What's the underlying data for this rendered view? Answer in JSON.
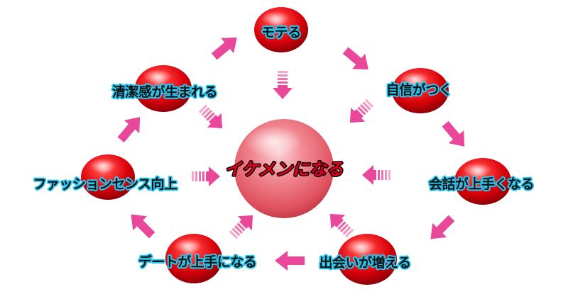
{
  "center": {
    "label": "イケメンになる"
  },
  "cycle": [
    {
      "id": "motes",
      "label": "モテる"
    },
    {
      "id": "confidence",
      "label": "自信がつく"
    },
    {
      "id": "conversation",
      "label": "会話が上手くなる"
    },
    {
      "id": "encounters",
      "label": "出会いが増える"
    },
    {
      "id": "dating",
      "label": "デートが上手になる"
    },
    {
      "id": "fashion",
      "label": "ファッションセンス向上"
    },
    {
      "id": "cleanliness",
      "label": "清潔感が生まれる"
    }
  ],
  "colors": {
    "node_red": "#e8141e",
    "center_pink": "#f07a86",
    "arrow_pink": "#e8479a",
    "label_outline": "#29c6f0",
    "center_text": "#e8001a"
  }
}
